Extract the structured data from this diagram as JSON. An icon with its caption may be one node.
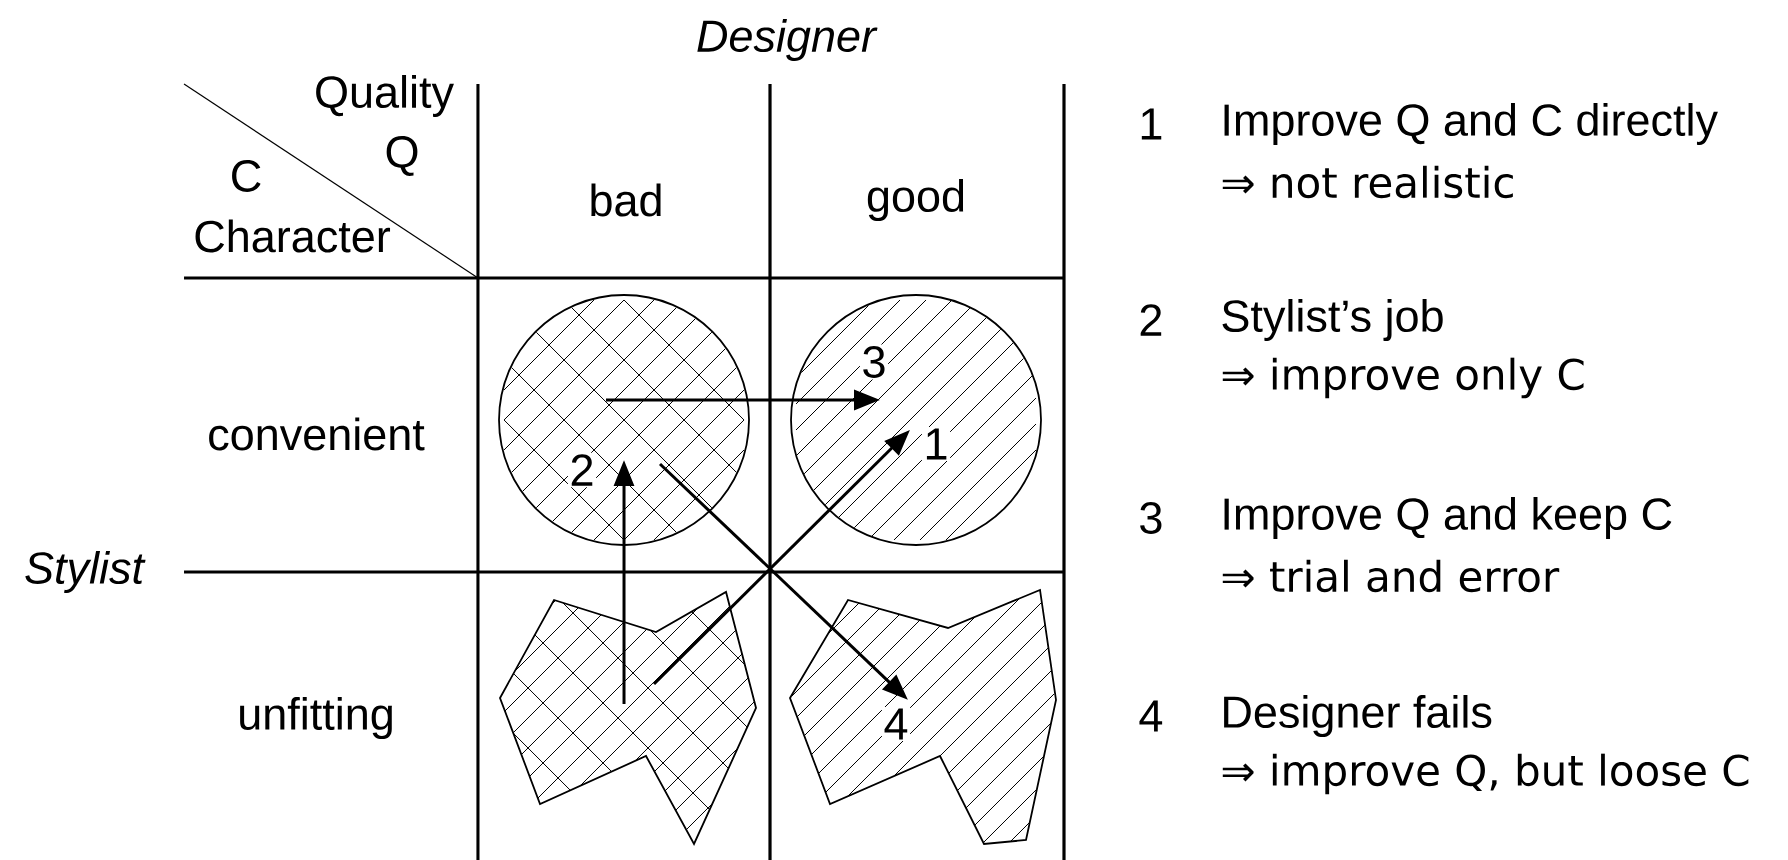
{
  "diagram": {
    "nodes": [
      {
        "text": [],
        "shape": "circle"
      },
      {
        "text": [],
        "shape": "circle"
      },
      {
        "text": [],
        "shape": "polygon"
      },
      {
        "text": [],
        "shape": "polygon"
      }
    ],
    "edges": [
      {
        "from": 2,
        "to": 1,
        "arrow": "to",
        "label": "1"
      },
      {
        "from": 2,
        "to": 0,
        "arrow": "to",
        "label": "2"
      },
      {
        "from": 0,
        "to": 1,
        "arrow": "to",
        "label": "3"
      },
      {
        "from": 0,
        "to": 3,
        "arrow": "to",
        "label": "4"
      }
    ],
    "labels": [
      "Designer",
      "Quality",
      "Q",
      "C",
      "Character",
      "bad",
      "good",
      "convenient",
      "Stylist",
      "unfitting",
      "1",
      "Improve Q and C directly",
      "⇒ not realistic",
      "2",
      "Stylist’s job",
      "⇒ improve only C",
      "3",
      "Improve Q and keep C",
      "⇒ trial and error",
      "4",
      "Designer fails",
      "⇒ improve Q, but loose C"
    ]
  }
}
